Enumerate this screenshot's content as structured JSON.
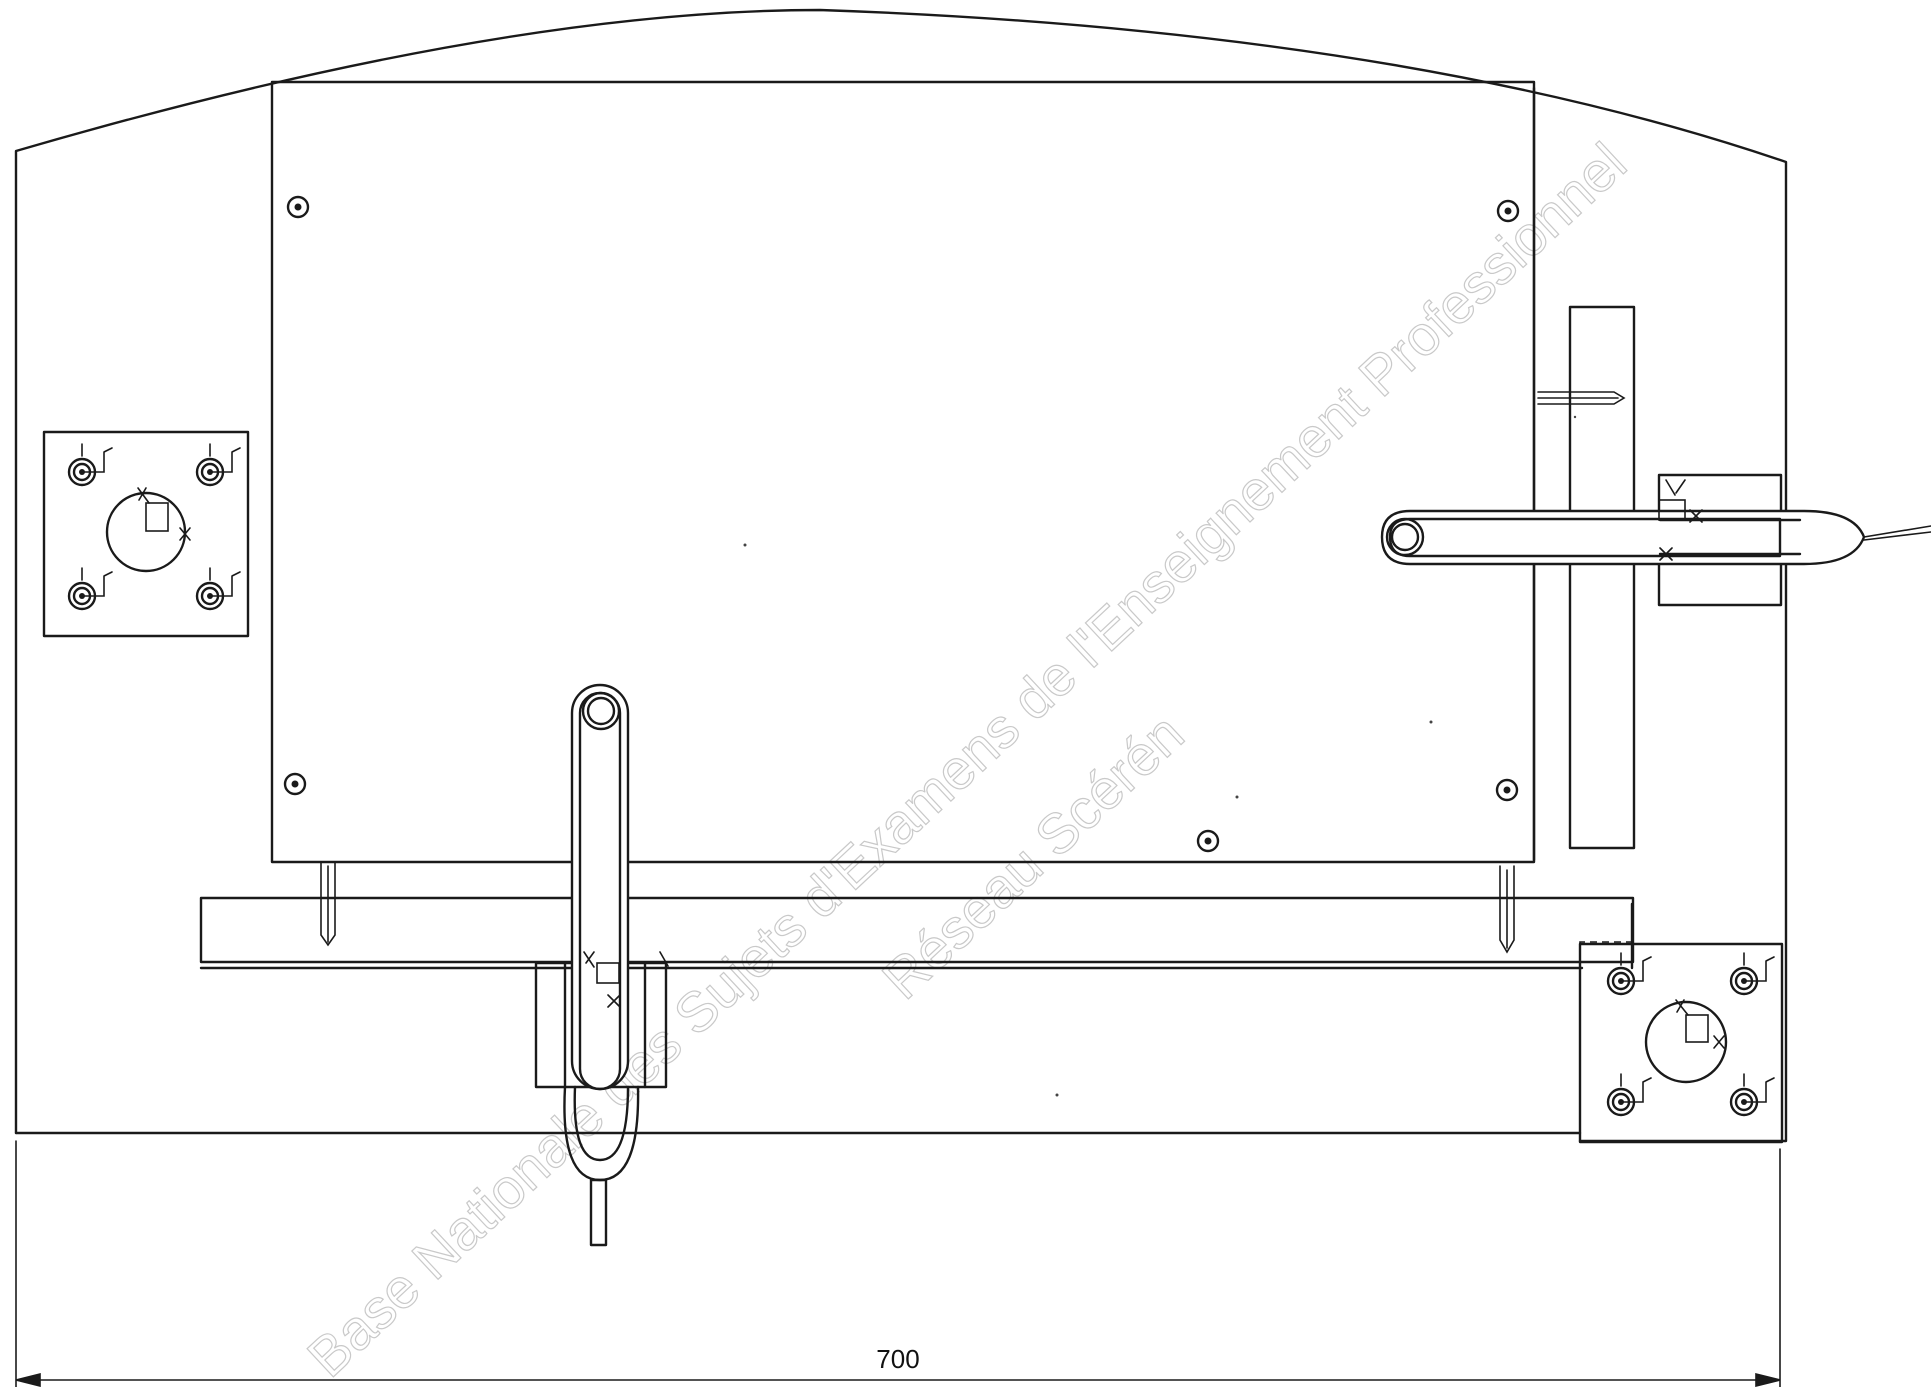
{
  "dimension": {
    "overall_width": "700"
  },
  "watermark": {
    "line1": "Base Nationale des Sujets d'Examens de l'Enseignement Professionnel",
    "line2": "Réseau Scérén"
  },
  "colors": {
    "line": "#1a1a1a",
    "watermark": "#c9c9c9",
    "background": "#ffffff"
  }
}
